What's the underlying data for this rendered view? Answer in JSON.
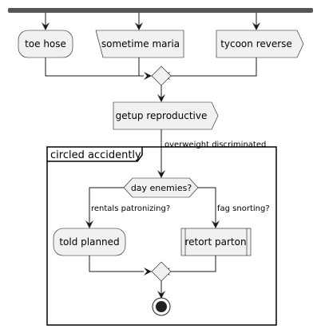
{
  "diagram": {
    "type": "activity",
    "fork_branches": [
      {
        "id": "n_toe",
        "label": "toe hose",
        "shape": "rounded"
      },
      {
        "id": "n_sometime",
        "label": "sometime maria",
        "shape": "parallelogram"
      },
      {
        "id": "n_tycoon",
        "label": "tycoon reverse",
        "shape": "pentagon"
      }
    ],
    "after_merge": {
      "label": "getup reproductive",
      "shape": "pentagon"
    },
    "edge_into_partition_label": "overweight discriminated",
    "partition": {
      "title": "circled accidently"
    },
    "decision": {
      "question": "day enemies?",
      "left": {
        "guard": "rentals patronizing?",
        "label": "told planned",
        "shape": "rounded"
      },
      "right": {
        "guard": "fag snorting?",
        "label": "retort parton",
        "shape": "subprocess"
      }
    },
    "end_node": "stop"
  },
  "colors": {
    "node_fill": "#f1f1f1",
    "stroke": "#181818",
    "fork_bar": "#555555",
    "background": "#ffffff"
  }
}
